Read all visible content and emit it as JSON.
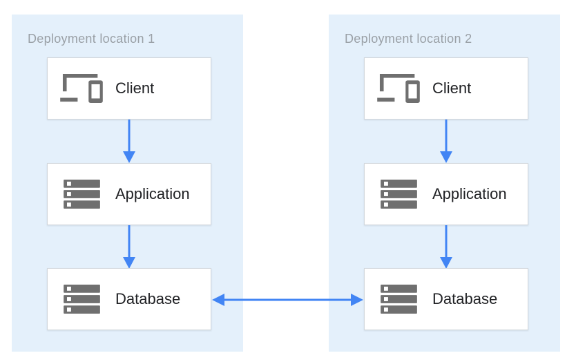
{
  "colors": {
    "panel-bg": "#e4f0fb",
    "box-border": "#d2d7dc",
    "arrow-blue": "#4285f4",
    "icon-gray": "#6f6f6f",
    "title-gray": "#9aa0a6",
    "label-dark": "#202124"
  },
  "diagram": {
    "locations": [
      {
        "title": "Deployment location 1",
        "nodes": [
          {
            "label": "Client",
            "icon": "client-devices-icon"
          },
          {
            "label": "Application",
            "icon": "server-stack-icon"
          },
          {
            "label": "Database",
            "icon": "server-stack-icon"
          }
        ]
      },
      {
        "title": "Deployment location 2",
        "nodes": [
          {
            "label": "Client",
            "icon": "client-devices-icon"
          },
          {
            "label": "Application",
            "icon": "server-stack-icon"
          },
          {
            "label": "Database",
            "icon": "server-stack-icon"
          }
        ]
      }
    ],
    "connections": [
      {
        "from": "client-1",
        "to": "application-1",
        "direction": "down"
      },
      {
        "from": "application-1",
        "to": "database-1",
        "direction": "down"
      },
      {
        "from": "client-2",
        "to": "application-2",
        "direction": "down"
      },
      {
        "from": "application-2",
        "to": "database-2",
        "direction": "down"
      },
      {
        "from": "database-1",
        "to": "database-2",
        "direction": "bidirectional"
      }
    ]
  }
}
